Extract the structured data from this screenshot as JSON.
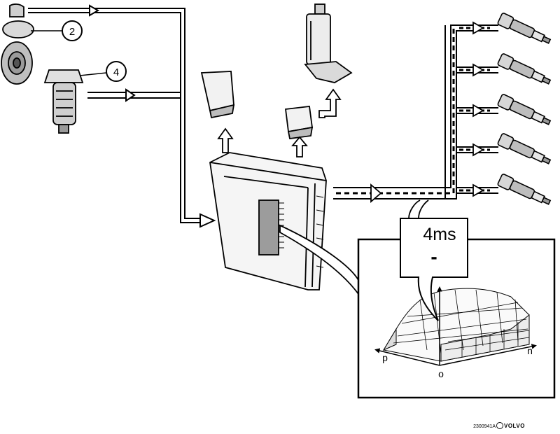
{
  "callouts": [
    {
      "number": "2"
    },
    {
      "number": "4"
    }
  ],
  "inset": {
    "readout_value": "4ms",
    "readout_sign": "-",
    "axis_labels": {
      "left": "p",
      "right": "n",
      "origin": "o"
    }
  },
  "footer": {
    "figure_code": "2300941A",
    "brand": "VOLVO"
  },
  "components": [
    "air-temperature-sensor",
    "mass-air-flow-sensor",
    "fuel-pump",
    "relay-left",
    "relay-right",
    "control-module",
    "fuel-injector"
  ],
  "colors": {
    "line": "#000000",
    "background": "#ffffff",
    "shade": "#d0d0d0"
  }
}
